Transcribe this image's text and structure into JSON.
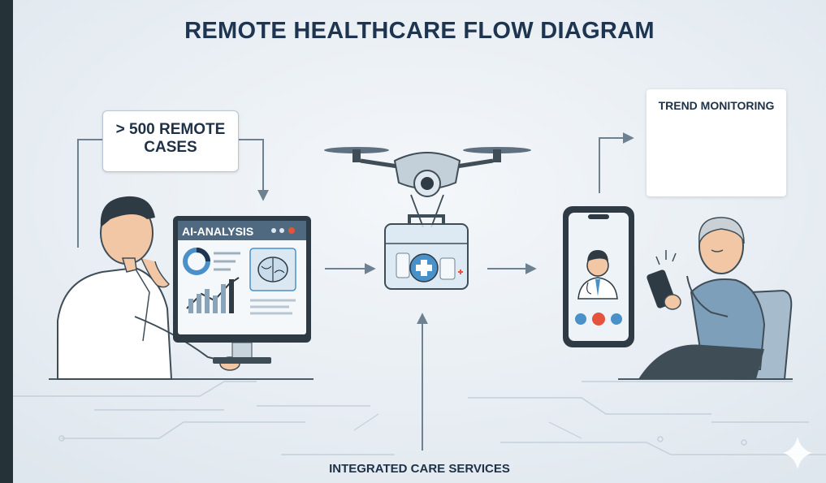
{
  "diagram": {
    "title": "REMOTE HEALTHCARE FLOW DIAGRAM",
    "cases_label": "> 500 REMOTE\nCASES",
    "ai_label": "AI-ANALYSIS",
    "trend_label": "TREND MONITORING",
    "bottom_label": "INTEGRATED CARE SERVICES"
  },
  "colors": {
    "background": "#e9eff5",
    "frame": "#253238",
    "title": "#1d3550",
    "accent_red": "#e5533d",
    "accent_blue": "#4a90c9",
    "green_bar": "#7cc142"
  },
  "icons": [
    "doctor-at-computer",
    "monitor",
    "brain-icon",
    "drone",
    "medical-kit",
    "smartphone",
    "video-call-doctor",
    "elderly-patient",
    "trend-chart",
    "sparkle-icon"
  ]
}
